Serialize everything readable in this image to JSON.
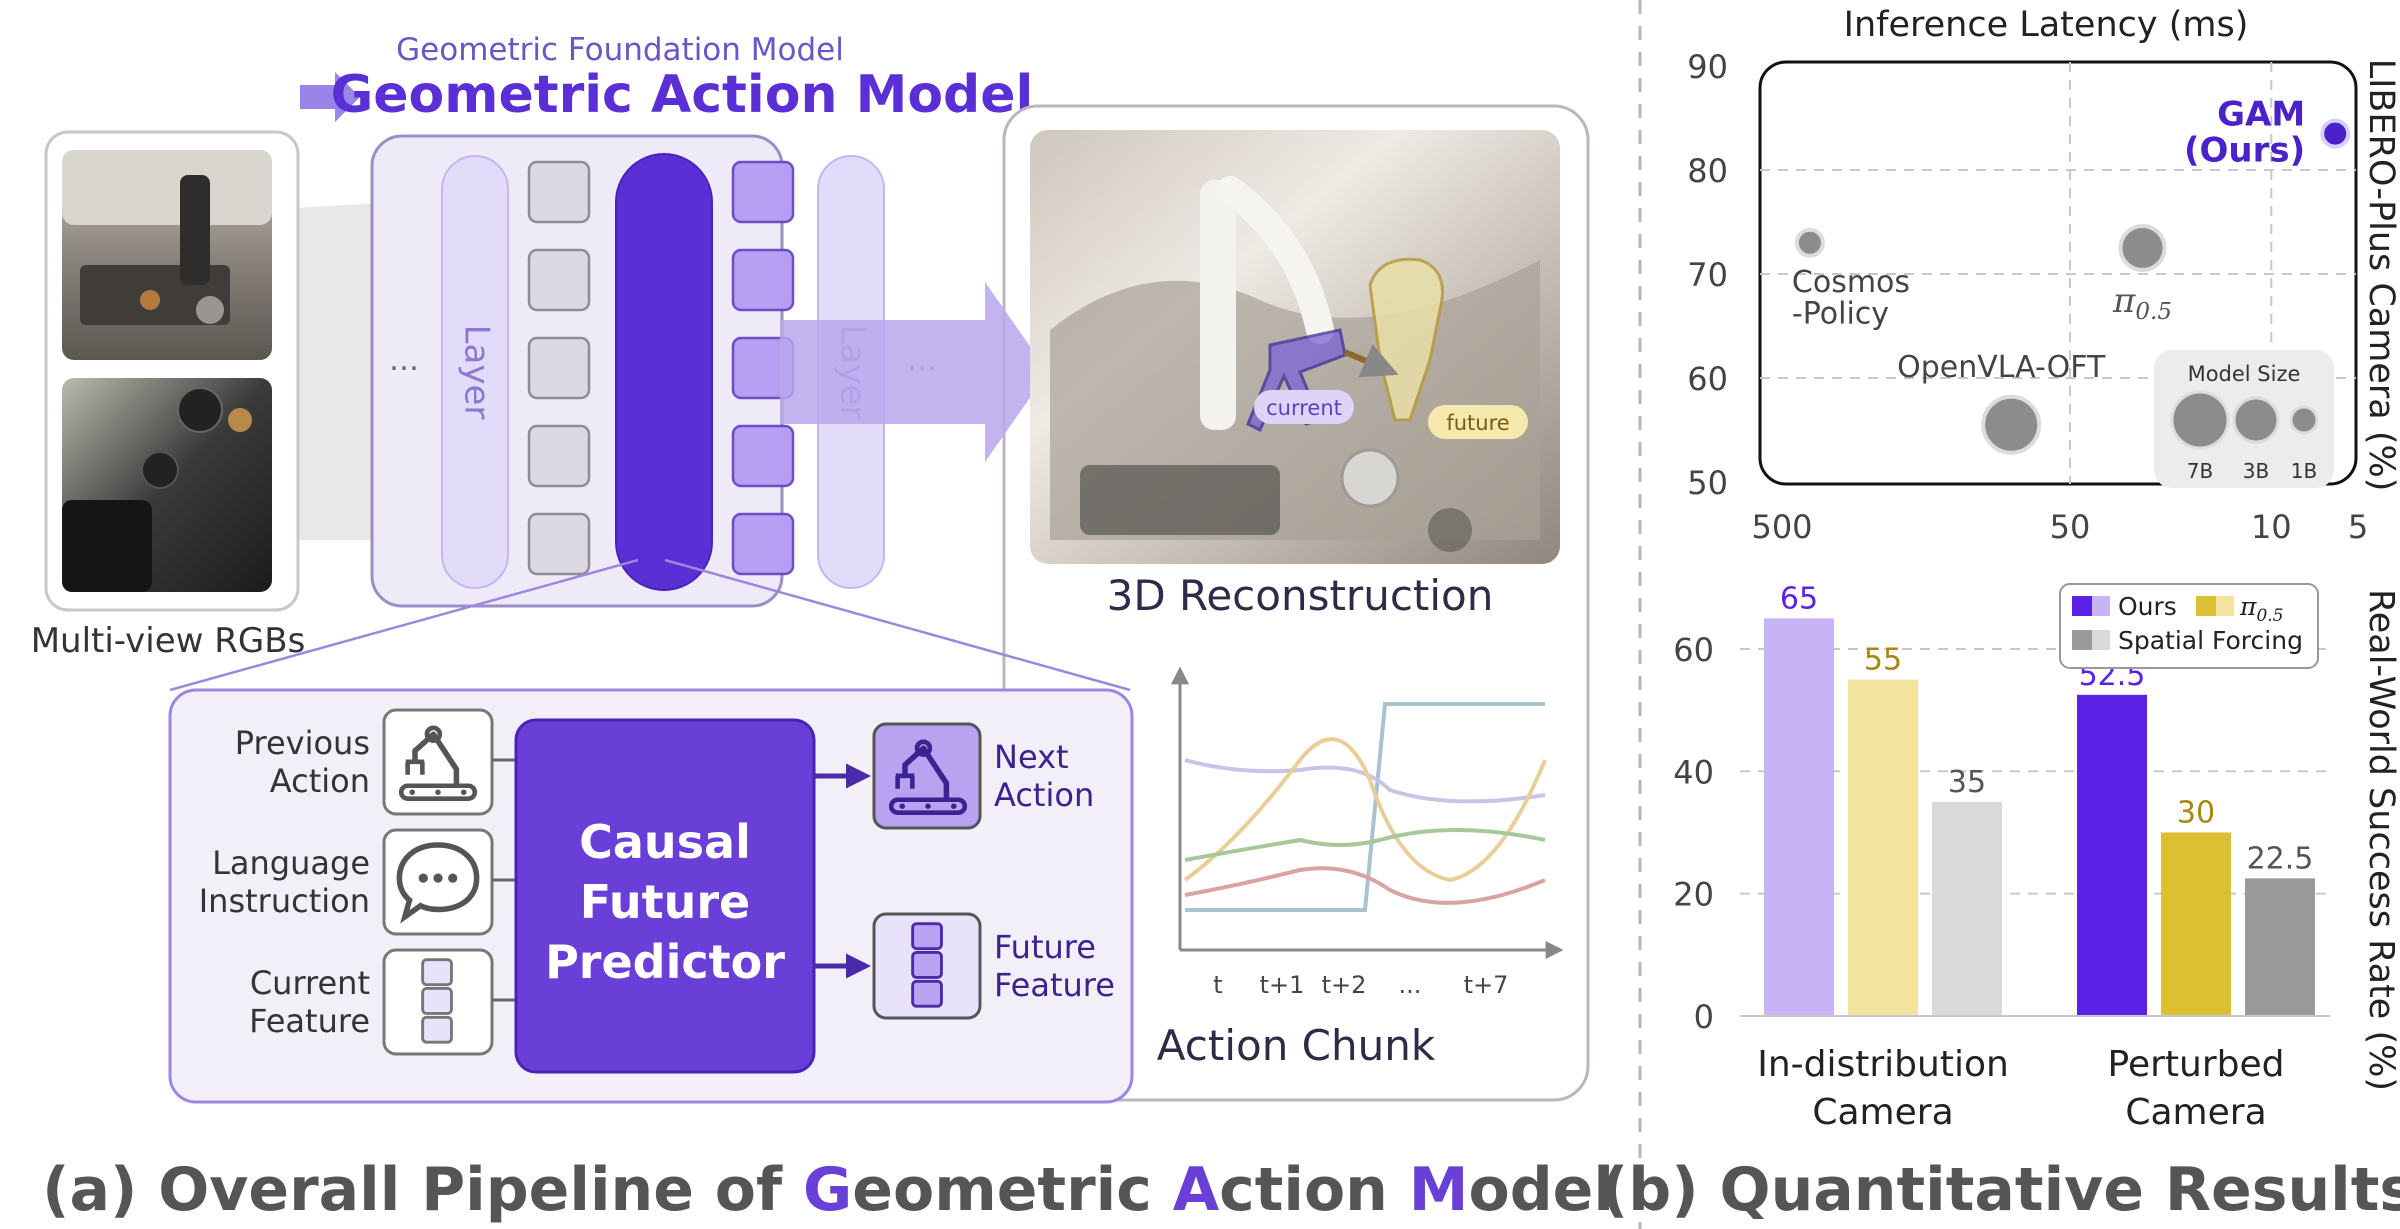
{
  "pipeline": {
    "foundation_label": "Geometric Foundation Model",
    "model_title": "Geometric Action Model",
    "layer_label": "Layer",
    "ellipsis": "…",
    "input_label": "Multi-view RGBs",
    "recon_title": "3D Reconstruction",
    "tag_current": "current",
    "tag_future": "future",
    "predictor_title": [
      "Causal",
      "Future",
      "Predictor"
    ],
    "inputs": [
      {
        "lines": [
          "Previous",
          "Action"
        ],
        "icon": "robot-arm-icon"
      },
      {
        "lines": [
          "Language",
          "Instruction"
        ],
        "icon": "chat-bubble-icon"
      },
      {
        "lines": [
          "Current",
          "Feature"
        ],
        "icon": "feature-stack-icon"
      }
    ],
    "outputs": [
      {
        "lines": [
          "Next",
          "Action"
        ],
        "icon": "robot-arm-icon"
      },
      {
        "lines": [
          "Future",
          "Feature"
        ],
        "icon": "feature-stack-icon"
      }
    ],
    "chunk_ticks": [
      "t",
      "t+1",
      "t+2",
      "...",
      "t+7"
    ],
    "chunk_title": "Action Chunk",
    "caption": [
      {
        "text": "(a) Overall Pipeline of ",
        "accent": false
      },
      {
        "text": "G",
        "accent": true
      },
      {
        "text": "eometric ",
        "accent": false
      },
      {
        "text": "A",
        "accent": true
      },
      {
        "text": "ction ",
        "accent": false
      },
      {
        "text": "M",
        "accent": true
      },
      {
        "text": "odel",
        "accent": false
      }
    ]
  },
  "results": {
    "caption": "(b) Quantitative Results"
  },
  "colors": {
    "accent_purple": "#5a2fd6",
    "dark_purple": "#3a2290",
    "light_purple": "#ece6fb",
    "ours_dark": "#5b21e6",
    "ours_light": "#c6b4f7",
    "pi_dark": "#dcbf33",
    "pi_light": "#f2e4a0",
    "sf_dark": "#9a9a9a",
    "sf_light": "#d9d9d9",
    "dot_gray": "#8c8c8c",
    "dot_purple": "#4b22c9",
    "text_dark": "#333333"
  },
  "chart_data": [
    {
      "type": "scatter",
      "title": "Inference Latency (ms)",
      "xlabel": "",
      "ylabel": "LIBERO-Plus Camera (%)",
      "x_scale": "log-reversed",
      "xlim": [
        500,
        5
      ],
      "x_ticks": [
        "500",
        "50",
        "10",
        "5"
      ],
      "ylim": [
        50,
        90
      ],
      "y_ticks": [
        50,
        60,
        70,
        80,
        90
      ],
      "grid": true,
      "points": [
        {
          "label": "GAM\n(Ours)",
          "x": 6,
          "y": 83.5,
          "size": "1B",
          "highlight": true
        },
        {
          "label": "Cosmos\n-Policy",
          "x": 400,
          "y": 73,
          "size": "1B",
          "highlight": false
        },
        {
          "label": "π0.5",
          "x": 28,
          "y": 72.5,
          "size": "3B",
          "highlight": false
        },
        {
          "label": "OpenVLA-OFT",
          "x": 80,
          "y": 55.5,
          "size": "7B",
          "highlight": false
        }
      ],
      "size_legend": {
        "title": "Model Size",
        "items": [
          "7B",
          "3B",
          "1B"
        ]
      }
    },
    {
      "type": "bar",
      "xlabel": "",
      "ylabel": "Real-World Success Rate (%)",
      "ylim": [
        0,
        68
      ],
      "y_ticks": [
        0,
        20,
        40,
        60
      ],
      "grid": true,
      "legend_position": "top-right",
      "categories": [
        "In-distribution\nCamera",
        "Perturbed\nCamera"
      ],
      "series": [
        {
          "name": "Ours",
          "values": [
            65,
            52.5
          ]
        },
        {
          "name": "π0.5",
          "values": [
            55,
            30
          ]
        },
        {
          "name": "Spatial Forcing",
          "values": [
            35,
            22.5
          ]
        }
      ]
    }
  ]
}
